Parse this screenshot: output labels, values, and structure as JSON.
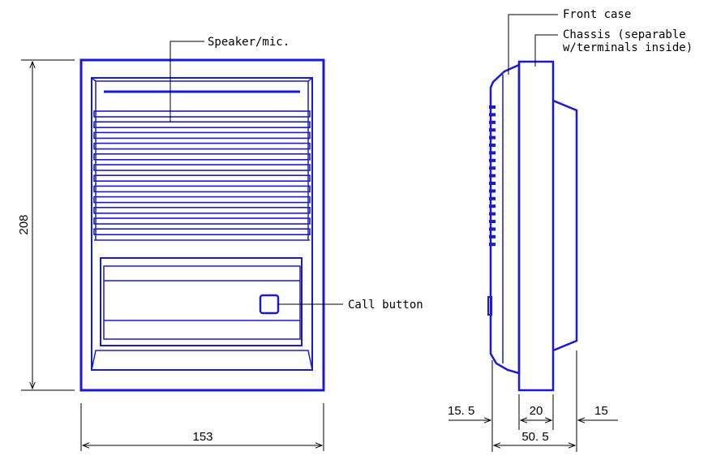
{
  "callouts": {
    "speaker": "Speaker/mic.",
    "call_button": "Call button",
    "front_case": "Front case",
    "chassis_line1": "Chassis (separable",
    "chassis_line2": "w/terminals inside)"
  },
  "dimensions": {
    "height": "208",
    "width": "153",
    "side_front": "15. 5",
    "side_chassis": "20",
    "side_back": "15",
    "side_total": "50. 5"
  },
  "colors": {
    "outline": "#1a1ad6",
    "dimension_lines": "#000000"
  }
}
